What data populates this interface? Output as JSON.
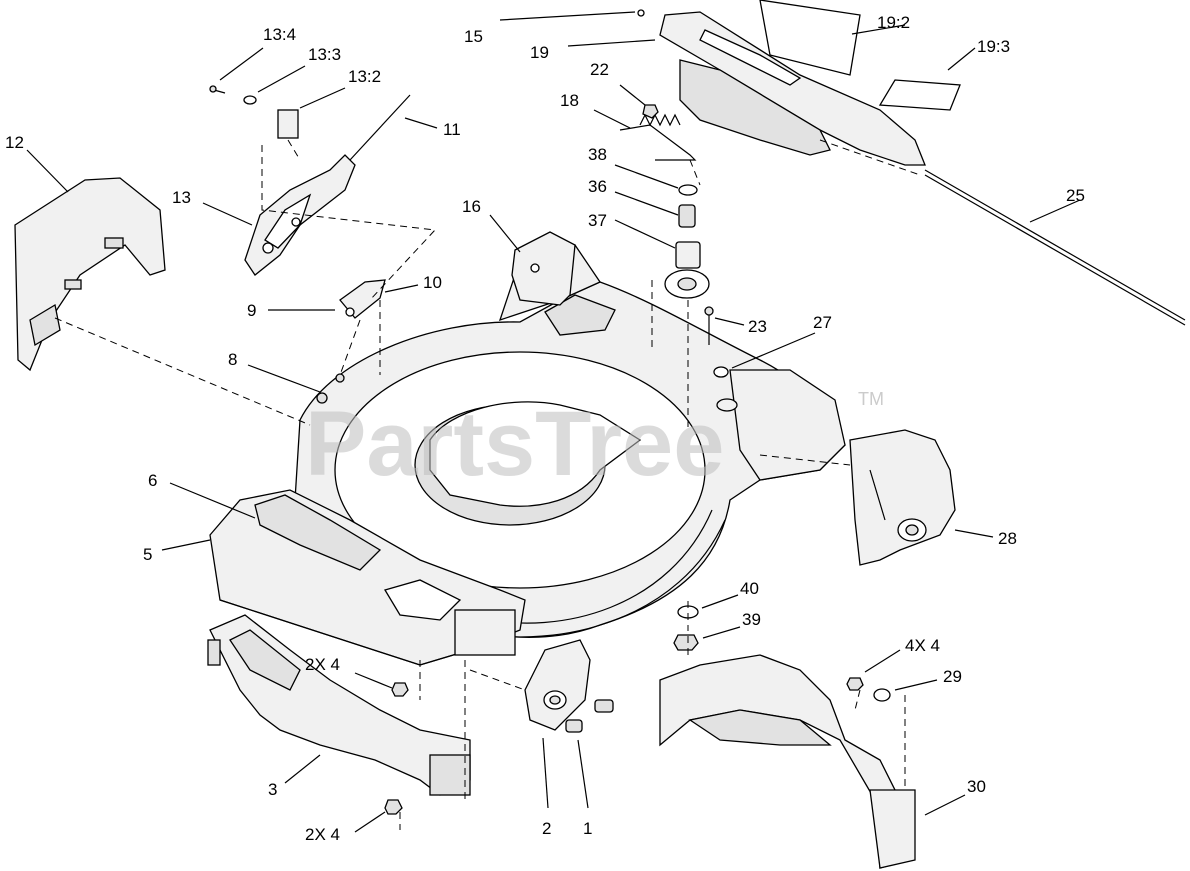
{
  "watermark": {
    "text": "PartsTree",
    "tm": "TM"
  },
  "callouts": {
    "c1": "1",
    "c2": "2",
    "c3": "3",
    "c5": "5",
    "c6": "6",
    "c8": "8",
    "c9": "9",
    "c10": "10",
    "c11": "11",
    "c12": "12",
    "c13": "13",
    "c13_2": "13:2",
    "c13_3": "13:3",
    "c13_4": "13:4",
    "c15": "15",
    "c16": "16",
    "c18": "18",
    "c19": "19",
    "c19_2": "19:2",
    "c19_3": "19:3",
    "c22": "22",
    "c23": "23",
    "c25": "25",
    "c27": "27",
    "c28": "28",
    "c29": "29",
    "c30": "30",
    "c36": "36",
    "c37": "37",
    "c38": "38",
    "c39": "39",
    "c40": "40",
    "c2x4a": "2X 4",
    "c2x4b": "2X 4",
    "c4x4": "4X 4"
  }
}
